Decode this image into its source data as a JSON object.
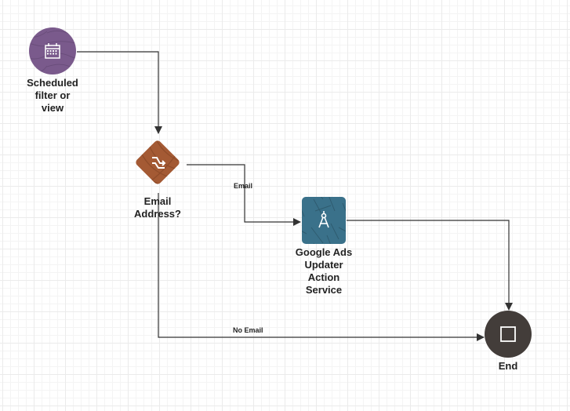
{
  "diagram": {
    "colors": {
      "start": "#7a5a8c",
      "decision": "#a45a34",
      "action": "#3a718a",
      "end": "#433d3a",
      "edge": "#333333"
    },
    "nodes": [
      {
        "id": "start",
        "type": "start-circle",
        "icon": "calendar-icon",
        "label": "Scheduled filter or view",
        "label_lines": [
          "Scheduled",
          "filter or",
          "view"
        ]
      },
      {
        "id": "decision",
        "type": "decision-diamond",
        "icon": "split-arrows-icon",
        "label": "Email Address?",
        "label_lines": [
          "Email",
          "Address?"
        ]
      },
      {
        "id": "action",
        "type": "action-square",
        "icon": "compass-icon",
        "label": "Google Ads Updater Action Service",
        "label_lines": [
          "Google Ads",
          "Updater",
          "Action",
          "Service"
        ]
      },
      {
        "id": "end",
        "type": "end-circle",
        "icon": "stop-square-icon",
        "label": "End",
        "label_lines": [
          "End"
        ]
      }
    ],
    "edges": [
      {
        "from": "start",
        "to": "decision",
        "label": ""
      },
      {
        "from": "decision",
        "to": "action",
        "label": "Email"
      },
      {
        "from": "action",
        "to": "end",
        "label": ""
      },
      {
        "from": "decision",
        "to": "end",
        "label": "No Email"
      }
    ]
  }
}
